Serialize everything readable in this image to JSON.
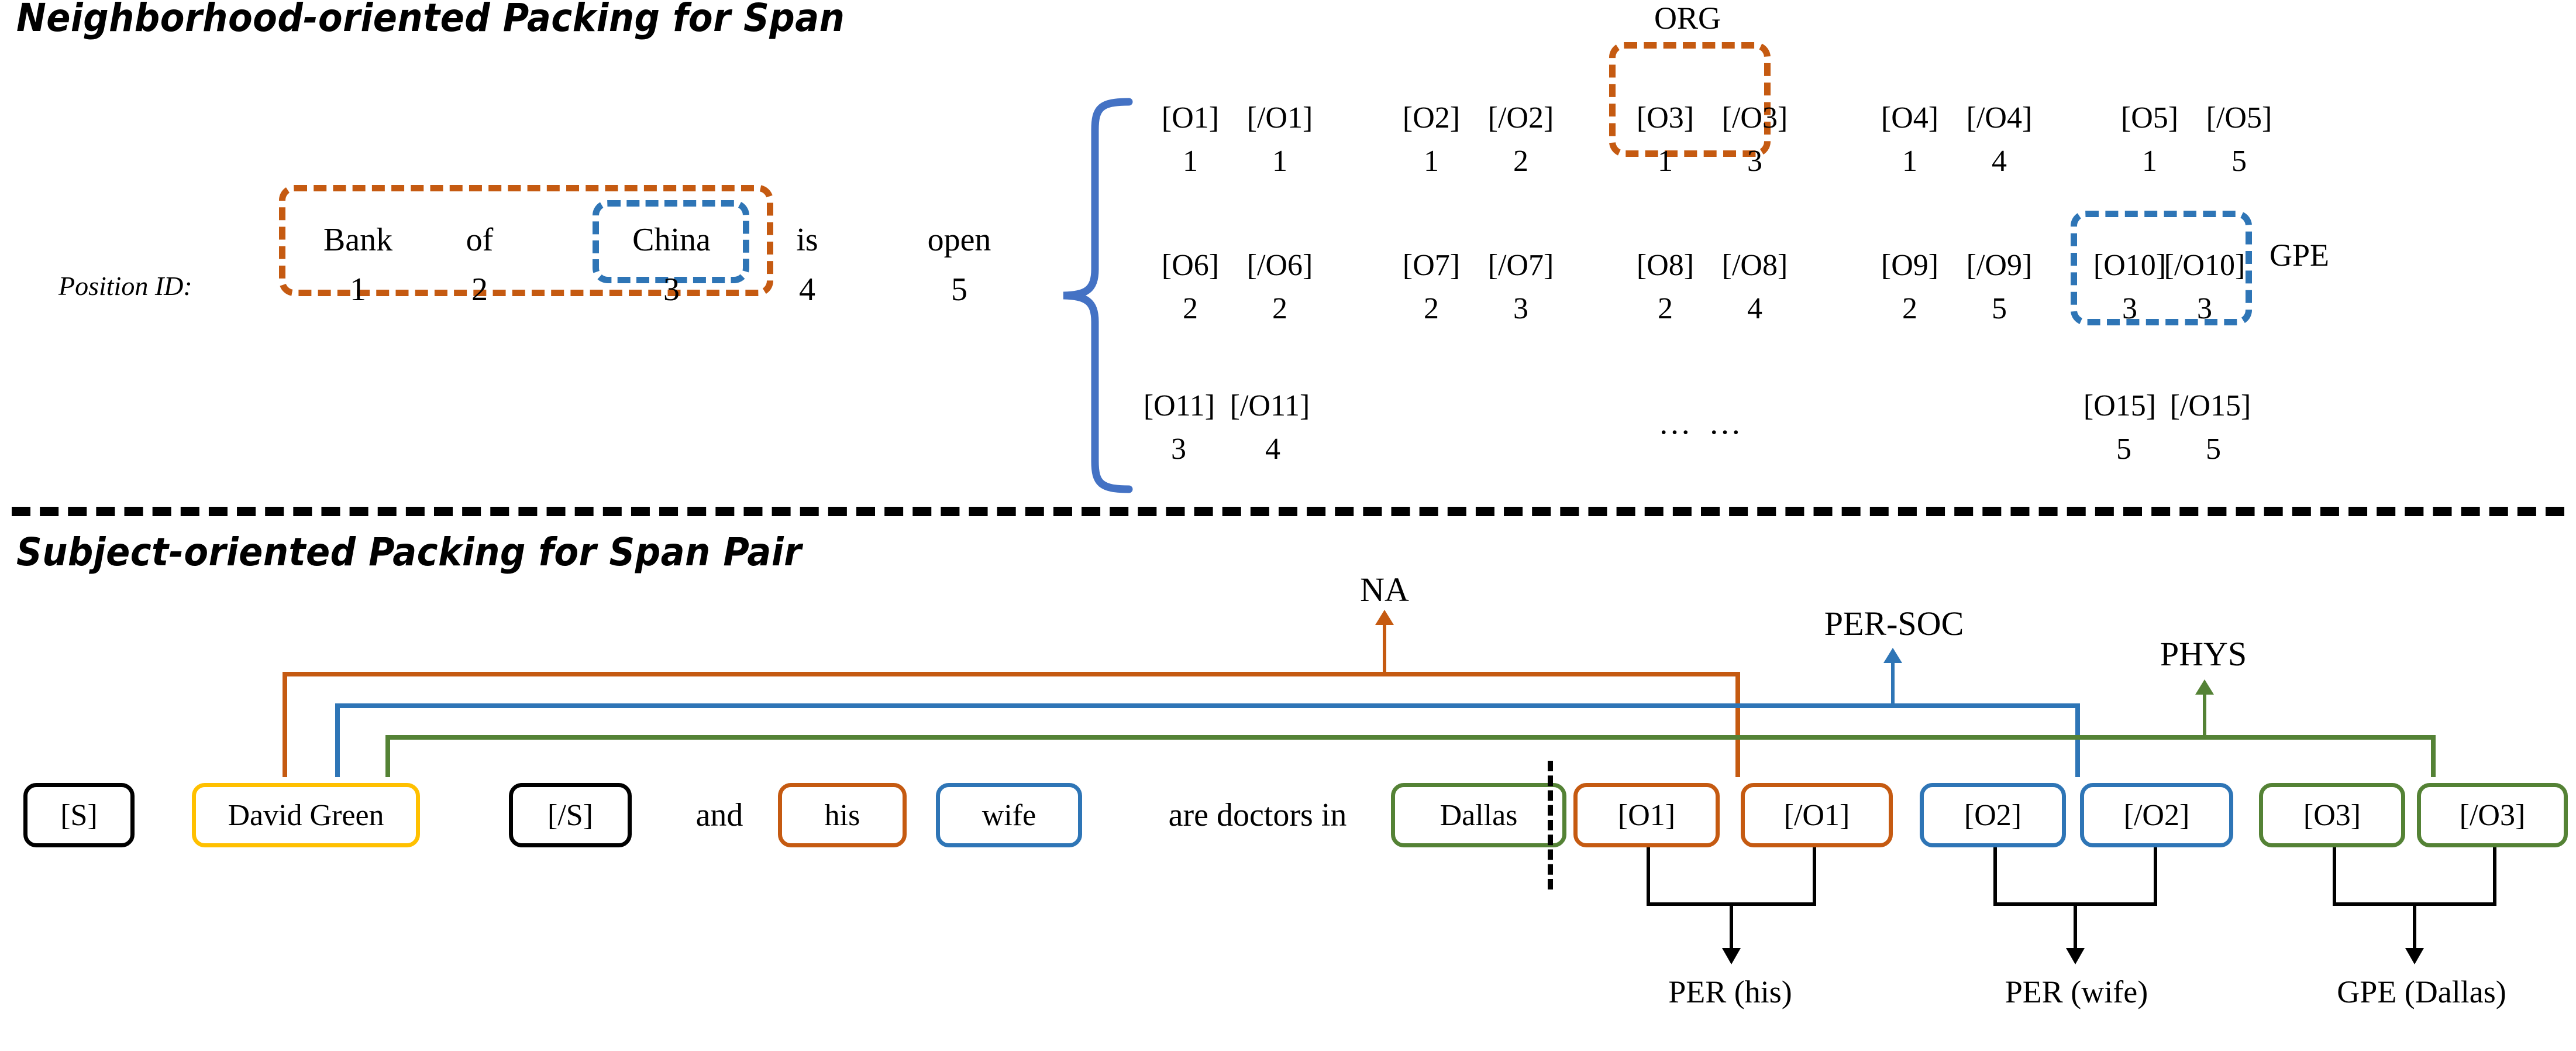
{
  "colors": {
    "orange": "#C55A11",
    "blue": "#2E75B6",
    "green": "#548235",
    "yellow": "#FFC000",
    "black": "#000000",
    "brace_blue": "#4472C4"
  },
  "section_top": {
    "title": "Neighborhood-oriented Packing for Span",
    "sentence": {
      "position_label": "Position ID:",
      "words": [
        "Bank",
        "of",
        "China",
        "is",
        "open"
      ],
      "position_ids": [
        "1",
        "2",
        "3",
        "4",
        "5"
      ],
      "span_highlight_org": "Bank of China",
      "span_highlight_gpe": "China"
    },
    "type_labels": {
      "org": "ORG",
      "gpe": "GPE"
    },
    "grid": {
      "rows": [
        {
          "cells": [
            {
              "open": "[O1]",
              "close": "[/O1]",
              "start": "1",
              "end": "1",
              "highlight": "none"
            },
            {
              "open": "[O2]",
              "close": "[/O2]",
              "start": "1",
              "end": "2",
              "highlight": "none"
            },
            {
              "open": "[O3]",
              "close": "[/O3]",
              "start": "1",
              "end": "3",
              "highlight": "orange"
            },
            {
              "open": "[O4]",
              "close": "[/O4]",
              "start": "1",
              "end": "4",
              "highlight": "none"
            },
            {
              "open": "[O5]",
              "close": "[/O5]",
              "start": "1",
              "end": "5",
              "highlight": "none"
            }
          ]
        },
        {
          "cells": [
            {
              "open": "[O6]",
              "close": "[/O6]",
              "start": "2",
              "end": "2",
              "highlight": "none"
            },
            {
              "open": "[O7]",
              "close": "[/O7]",
              "start": "2",
              "end": "3",
              "highlight": "none"
            },
            {
              "open": "[O8]",
              "close": "[/O8]",
              "start": "2",
              "end": "4",
              "highlight": "none"
            },
            {
              "open": "[O9]",
              "close": "[/O9]",
              "start": "2",
              "end": "5",
              "highlight": "none"
            },
            {
              "open": "[O10]",
              "close": "[/O10]",
              "start": "3",
              "end": "3",
              "highlight": "blue"
            }
          ]
        },
        {
          "cells": [
            {
              "open": "[O11]",
              "close": "[/O11]",
              "start": "3",
              "end": "4",
              "highlight": "none"
            },
            {
              "open": "…",
              "close": "…",
              "start": "",
              "end": "",
              "highlight": "none"
            },
            {
              "open": "[O15]",
              "close": "[/O15]",
              "start": "5",
              "end": "5",
              "highlight": "none"
            }
          ]
        }
      ],
      "ellipsis": "…  …"
    }
  },
  "section_bottom": {
    "title": "Subject-oriented Packing for Span Pair",
    "tokens": [
      {
        "label": "[S]",
        "color": "black"
      },
      {
        "label": "David Green",
        "color": "yellow"
      },
      {
        "label": "[/S]",
        "color": "black"
      },
      {
        "label": "and",
        "color": "plain"
      },
      {
        "label": "his",
        "color": "orange"
      },
      {
        "label": "wife",
        "color": "blue"
      },
      {
        "label": "are doctors in",
        "color": "plain"
      },
      {
        "label": "Dallas",
        "color": "green"
      },
      {
        "label": "[O1]",
        "color": "orange"
      },
      {
        "label": "[/O1]",
        "color": "orange"
      },
      {
        "label": "[O2]",
        "color": "blue"
      },
      {
        "label": "[/O2]",
        "color": "blue"
      },
      {
        "label": "[O3]",
        "color": "green"
      },
      {
        "label": "[/O3]",
        "color": "green"
      }
    ],
    "relations": [
      {
        "label": "NA",
        "color": "orange"
      },
      {
        "label": "PER-SOC",
        "color": "blue"
      },
      {
        "label": "PHYS",
        "color": "green"
      }
    ],
    "entity_predictions": [
      {
        "label": "PER (his)"
      },
      {
        "label": "PER (wife)"
      },
      {
        "label": "GPE (Dallas)"
      }
    ]
  }
}
